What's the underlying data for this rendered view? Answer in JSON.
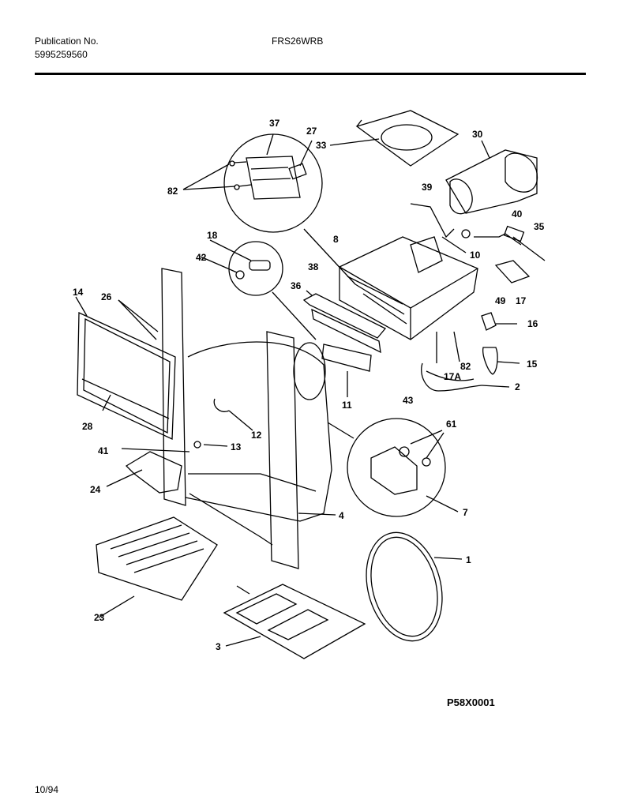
{
  "header": {
    "publication_label": "Publication No.",
    "publication_number": "5995259560",
    "model": "FRS26WRB"
  },
  "diagram_code": "P58X0001",
  "footer_date": "10/94",
  "callouts": [
    "37",
    "27",
    "82",
    "33",
    "30",
    "39",
    "40",
    "35",
    "18",
    "42",
    "8",
    "38",
    "10",
    "36",
    "49",
    "17",
    "16",
    "14",
    "26",
    "15",
    "2",
    "17A",
    "82",
    "43",
    "11",
    "28",
    "12",
    "61",
    "41",
    "13",
    "24",
    "7",
    "4",
    "1",
    "23",
    "3"
  ]
}
